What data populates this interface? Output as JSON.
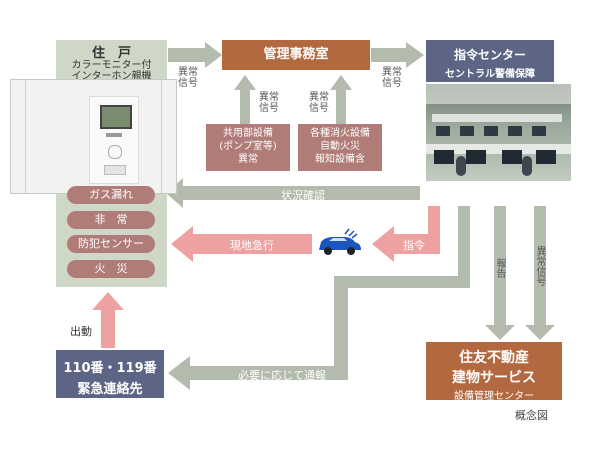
{
  "residence": {
    "title": "住　戸",
    "subtitle1": "カラーモニター付",
    "subtitle2": "インターホン親機"
  },
  "management_office": {
    "title": "管理事務室"
  },
  "command_center": {
    "title": "指令センター",
    "subtitle": "セントラル警備保障"
  },
  "emergency_contacts": {
    "line1": "110番・119番",
    "line2": "緊急連絡先"
  },
  "sumitomo": {
    "line1": "住友不動産",
    "line2": "建物サービス",
    "line3": "設備管理センター"
  },
  "equipment": {
    "common": [
      "共用部設備",
      "(ポンプ室等)",
      "異常"
    ],
    "fire": [
      "各種消火設備",
      "自動火災",
      "報知設備含"
    ]
  },
  "alarms": [
    "ガス漏れ",
    "非　常",
    "防犯センサー",
    "火　災"
  ],
  "labels": {
    "abnormal_signal": [
      "異常",
      "信号"
    ],
    "status_check": "状況確認",
    "rush_to_site": "現地急行",
    "command": "指令",
    "report": "報告",
    "abnormal_signal_v": "異常信号",
    "report_v": "報告",
    "notify_if_needed": "必要に応じて通報",
    "dispatch": "出動",
    "concept_diagram": "概念図"
  },
  "colors": {
    "gray_arrow": "#b3bcac",
    "pink_arrow": "#eda2a1",
    "navy": "#5c6586",
    "brown": "#b3693f",
    "pill": "#b07c78",
    "residence_bg": "#cfd8c6",
    "car": "#1a55c0"
  }
}
